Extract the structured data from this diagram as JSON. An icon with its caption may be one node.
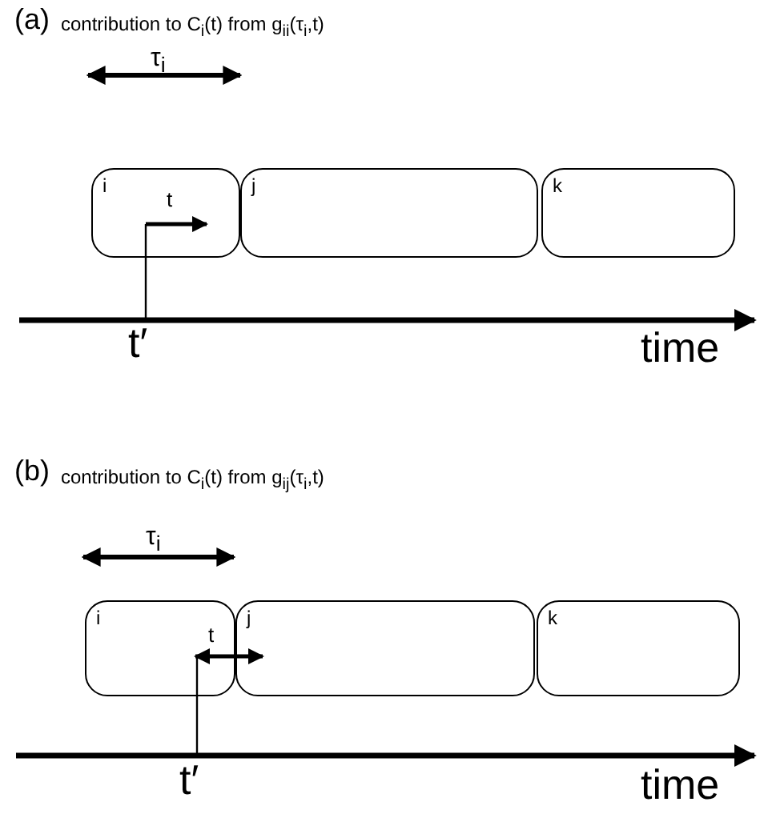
{
  "diagram": {
    "nodes": [
      {
        "text": [
          "i"
        ]
      },
      {
        "text": [
          "j"
        ]
      },
      {
        "text": [
          "k"
        ]
      },
      {
        "text": [
          "i"
        ]
      },
      {
        "text": [
          "j"
        ]
      },
      {
        "text": [
          "k"
        ]
      }
    ],
    "labels": [
      "(a)",
      "contribution to C$_{i}$(t) from g$_{ii}$(τ$_{i}$,t)",
      "τ$_{i}$",
      "t",
      "t′",
      "time",
      "(b)",
      "contribution to C$_{i}$(t) from g$_{ij}$(τ$_{i}$,t)",
      "τ$_{i}$",
      "t",
      "t′",
      "time"
    ]
  }
}
